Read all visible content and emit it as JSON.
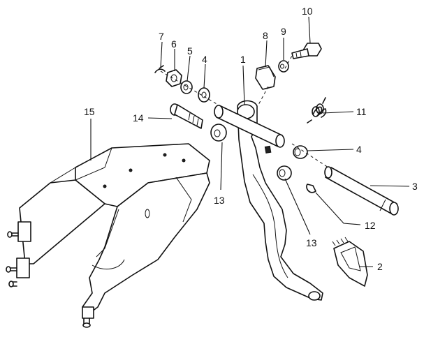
{
  "callouts": [
    {
      "id": "1",
      "text": "1"
    },
    {
      "id": "2",
      "text": "2"
    },
    {
      "id": "3",
      "text": "3"
    },
    {
      "id": "4a",
      "text": "4"
    },
    {
      "id": "4b",
      "text": "4"
    },
    {
      "id": "5",
      "text": "5"
    },
    {
      "id": "6",
      "text": "6"
    },
    {
      "id": "7",
      "text": "7"
    },
    {
      "id": "8",
      "text": "8"
    },
    {
      "id": "9",
      "text": "9"
    },
    {
      "id": "10",
      "text": "10"
    },
    {
      "id": "11",
      "text": "11"
    },
    {
      "id": "12",
      "text": "12"
    },
    {
      "id": "13a",
      "text": "13"
    },
    {
      "id": "13b",
      "text": "13"
    },
    {
      "id": "14",
      "text": "14"
    },
    {
      "id": "15",
      "text": "15"
    }
  ]
}
